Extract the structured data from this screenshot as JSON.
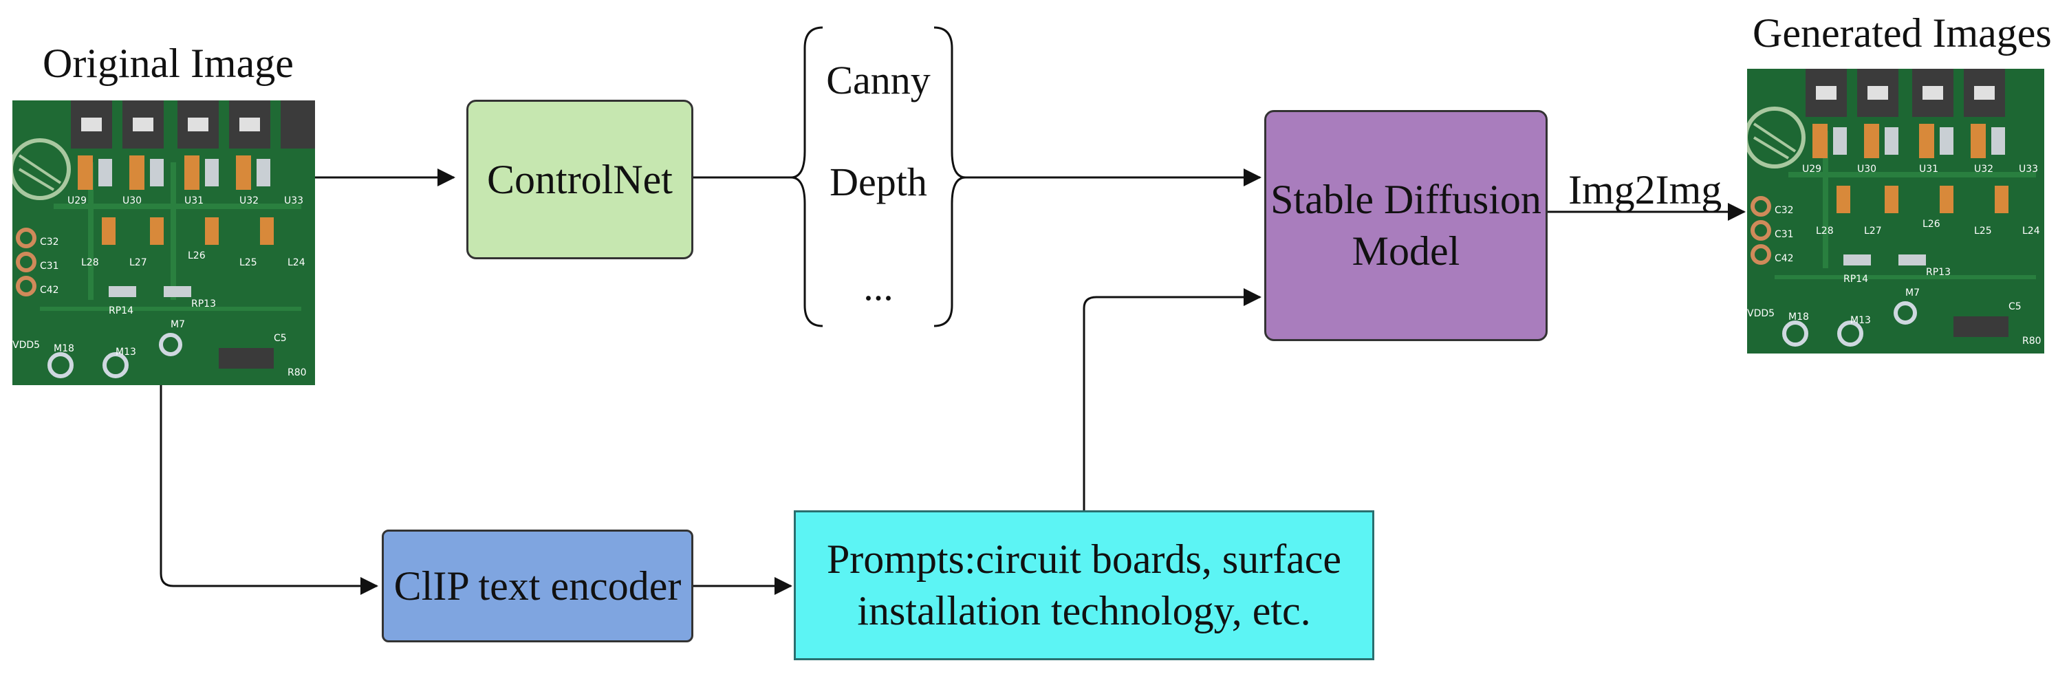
{
  "original_image": {
    "title": "Original Image"
  },
  "generated_images": {
    "title": "Generated Images"
  },
  "nodes": {
    "controlnet": {
      "label": "ControlNet",
      "color": "#c6e7b0"
    },
    "clip": {
      "label": "ClIP text encoder",
      "color": "#7fa5e0"
    },
    "prompts": {
      "line1": "Prompts:circuit boards, surface",
      "line2": "installation technology, etc.",
      "color": "#5cf4f4"
    },
    "stable_diffusion": {
      "line1": "Stable Diffusion",
      "line2": "Model",
      "color": "#a97dbd"
    }
  },
  "conditions": {
    "items": [
      "Canny",
      "Depth",
      "..."
    ]
  },
  "edges": {
    "img2img": "Img2Img"
  },
  "pcb_labels": {
    "u": [
      "U29",
      "U30",
      "U31",
      "U32",
      "U33"
    ],
    "c": [
      "C32",
      "C31",
      "C42"
    ],
    "l": [
      "L28",
      "L27",
      "L26",
      "L25",
      "L24"
    ],
    "misc": [
      "RP14",
      "RP13",
      "M7",
      "VDD5",
      "M18",
      "M13",
      "C5",
      "R80"
    ]
  }
}
